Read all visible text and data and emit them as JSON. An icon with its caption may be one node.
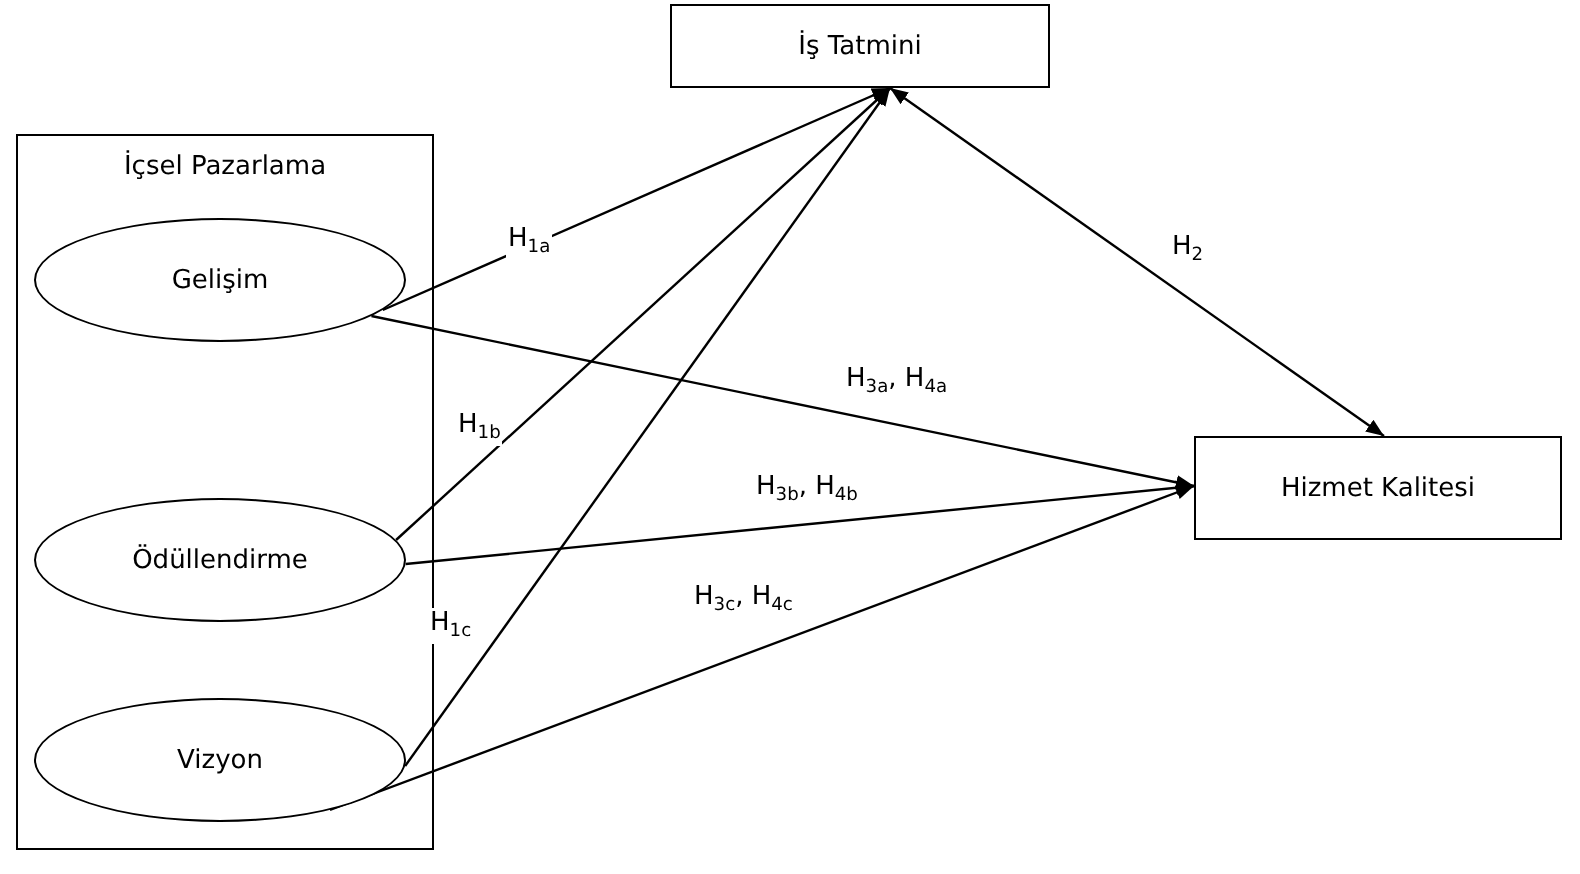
{
  "diagram": {
    "nodes": [
      {
        "text": [
          "İş Tatmini"
        ]
      },
      {
        "text": [
          "İçsel Pazarlama"
        ]
      },
      {
        "text": [
          "Gelişim"
        ],
        "in": 1
      },
      {
        "text": [
          "Ödüllendirme"
        ],
        "in": 1
      },
      {
        "text": [
          "Vizyon"
        ],
        "in": 1
      },
      {
        "text": [
          "Hizmet Kalitesi"
        ]
      }
    ],
    "edges": [
      {
        "from": 2,
        "to": 0,
        "arrow": "to",
        "label": "H$_{1a}$"
      },
      {
        "from": 3,
        "to": 0,
        "arrow": "to",
        "label": "H$_{1b}$"
      },
      {
        "from": 4,
        "to": 0,
        "arrow": "to",
        "label": "H$_{1c}$"
      },
      {
        "from": 0,
        "to": 5,
        "arrow": "both",
        "label": "H$_{2}$"
      },
      {
        "from": 2,
        "to": 5,
        "arrow": "to",
        "label": "H$_{3a}$, H$_{4a}$"
      },
      {
        "from": 3,
        "to": 5,
        "arrow": "to",
        "label": "H$_{3b}$, H$_{4b}$"
      },
      {
        "from": 4,
        "to": 5,
        "arrow": "to",
        "label": "H$_{3c}$, H$_{4c}$"
      }
    ]
  }
}
